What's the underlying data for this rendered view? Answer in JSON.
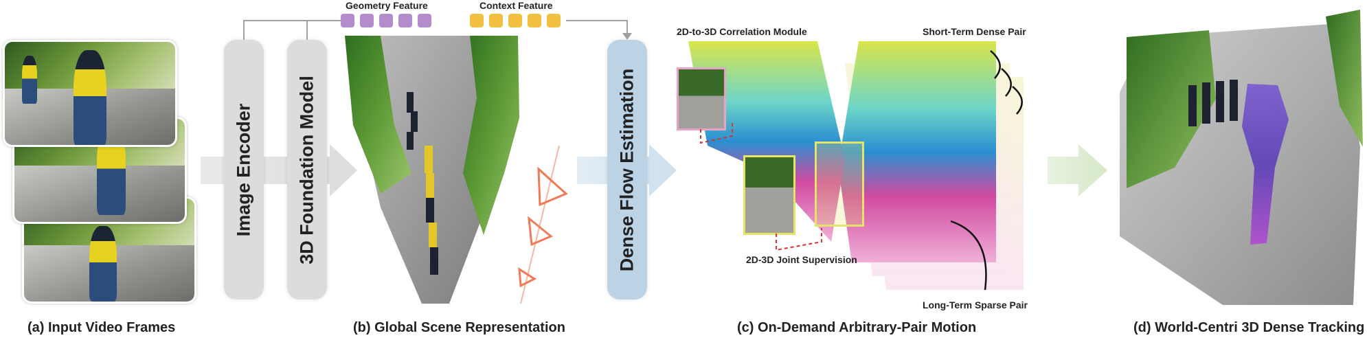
{
  "captions": {
    "a": "(a) Input Video Frames",
    "b": "(b) Global Scene Representation",
    "c": "(c) On-Demand Arbitrary-Pair Motion",
    "d": "(d) World-Centri 3D Dense Tracking"
  },
  "modules": {
    "image_encoder": "Image Encoder",
    "foundation_model": "3D Foundation Model",
    "dense_flow": "Dense Flow Estimation"
  },
  "features": {
    "geometry": "Geometry Feature",
    "context": "Context Feature"
  },
  "annotations": {
    "correlation": "2D-to-3D Correlation Module",
    "joint_supervision": "2D-3D Joint Supervision",
    "short_term": "Short-Term Dense Pair",
    "long_term": "Long-Term Sparse Pair"
  },
  "colors": {
    "geometry": "#b48ccc",
    "context": "#f2c040",
    "dense_flow_box": "#bcd3e6",
    "module_box": "#dcdcdc",
    "camera": "#f07a55",
    "correlation_frame": "#e7a2c4",
    "supervision_frame": "#e6e36a",
    "supervision_arrow": "#e03030"
  },
  "icons": [
    "camera-frustum-icon",
    "curved-arrow-icon",
    "dashed-arrow-icon"
  ]
}
